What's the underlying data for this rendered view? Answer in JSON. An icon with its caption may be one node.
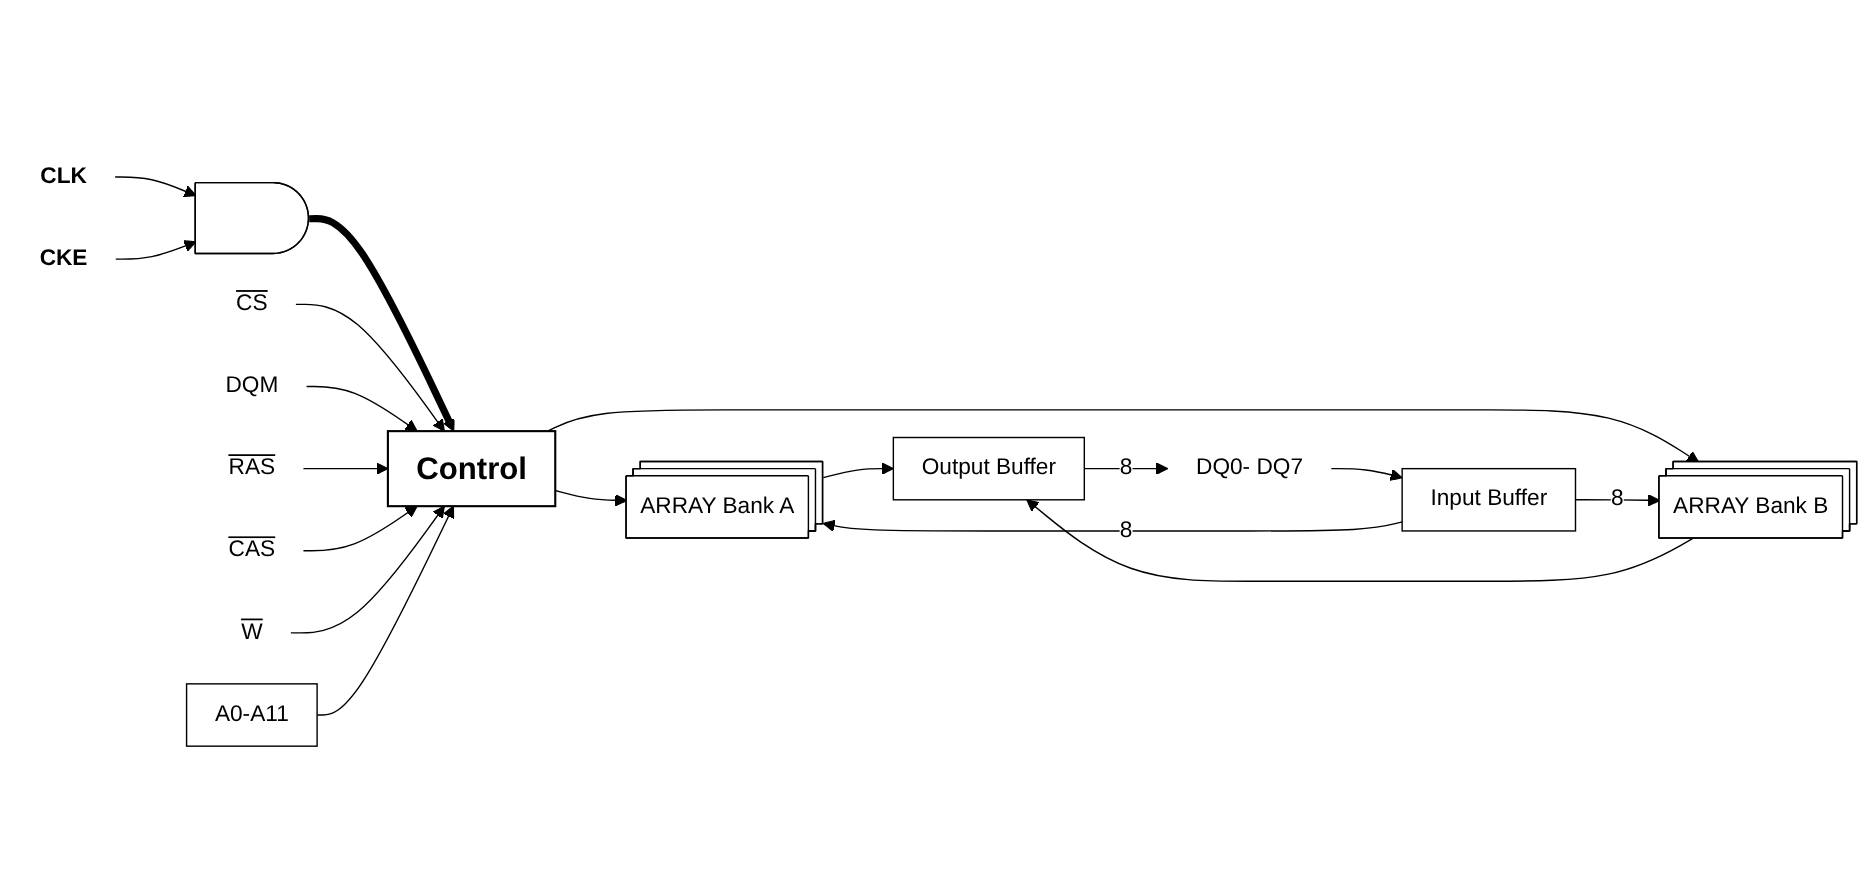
{
  "diagram": {
    "nodes": [
      {
        "text": [
          "CLK"
        ]
      },
      {
        "text": [
          "CKE"
        ]
      },
      {
        "text": [],
        "shape": "gate"
      },
      {
        "text": [
          "CS"
        ]
      },
      {
        "text": [
          "DQM"
        ]
      },
      {
        "text": [
          "RAS"
        ]
      },
      {
        "text": [
          "CAS"
        ]
      },
      {
        "text": [
          "W"
        ]
      },
      {
        "text": [
          "A0-A11"
        ]
      },
      {
        "text": [
          "Control"
        ]
      },
      {
        "text": [
          "ARRAY Bank A"
        ]
      },
      {
        "text": [
          "ARRAY Bank B"
        ]
      },
      {
        "text": [
          "Output Buffer"
        ]
      },
      {
        "text": [
          "Input Buffer"
        ]
      },
      {
        "text": [
          "DQ0- DQ7"
        ]
      }
    ],
    "edges": [
      {
        "from": 0,
        "to": 2,
        "arrow": "to"
      },
      {
        "from": 1,
        "to": 2,
        "arrow": "to"
      },
      {
        "from": 2,
        "to": 9,
        "arrow": "to",
        "style": "thick"
      },
      {
        "from": 3,
        "to": 9,
        "arrow": "to"
      },
      {
        "from": 4,
        "to": 9,
        "arrow": "to"
      },
      {
        "from": 5,
        "to": 9,
        "arrow": "to"
      },
      {
        "from": 6,
        "to": 9,
        "arrow": "to"
      },
      {
        "from": 7,
        "to": 9,
        "arrow": "to"
      },
      {
        "from": 8,
        "to": 9,
        "arrow": "to"
      },
      {
        "from": 9,
        "to": 10,
        "arrow": "to"
      },
      {
        "from": 9,
        "to": 11,
        "arrow": "to"
      },
      {
        "from": 13,
        "to": 10,
        "arrow": "to",
        "label": "8"
      },
      {
        "from": 13,
        "to": 11,
        "arrow": "to",
        "label": "8"
      },
      {
        "from": 10,
        "to": 12,
        "arrow": "to"
      },
      {
        "from": 11,
        "to": 12,
        "arrow": "to"
      },
      {
        "from": 12,
        "to": 14,
        "arrow": "to",
        "label": "8"
      },
      {
        "from": 14,
        "to": 13,
        "arrow": "to"
      }
    ]
  }
}
